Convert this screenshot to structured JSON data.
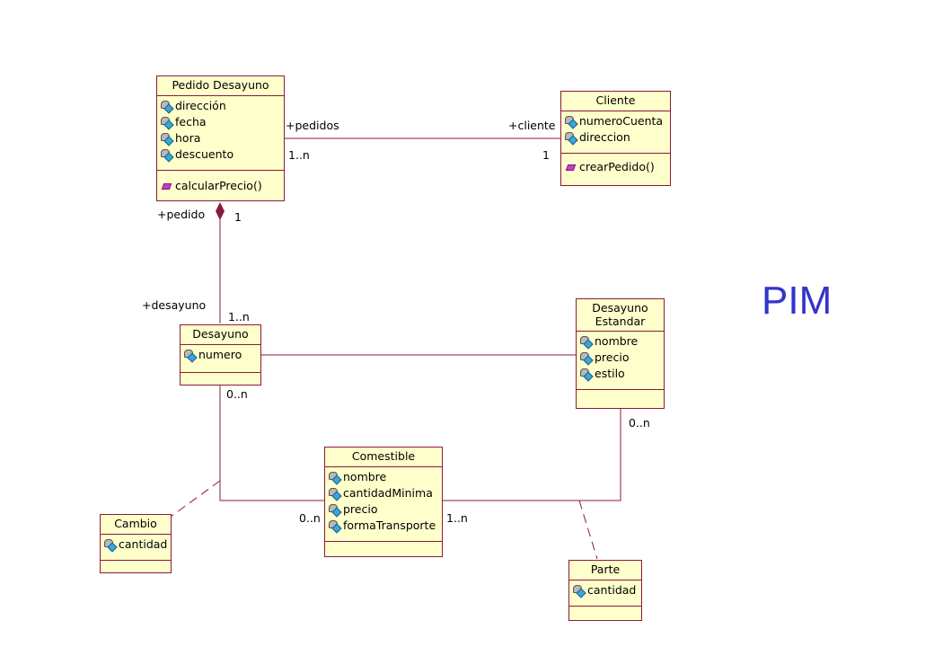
{
  "watermark": "PIM",
  "classes": {
    "pedido": {
      "name": "Pedido Desayuno",
      "attributes": [
        "dirección",
        "fecha",
        "hora",
        "descuento"
      ],
      "operations": [
        "calcularPrecio()"
      ]
    },
    "cliente": {
      "name": "Cliente",
      "attributes": [
        "numeroCuenta",
        "direccion"
      ],
      "operations": [
        "crearPedido()"
      ]
    },
    "desayuno": {
      "name": "Desayuno",
      "attributes": [
        "numero"
      ]
    },
    "estandar": {
      "name_line1": "Desayuno",
      "name_line2": "Estandar",
      "attributes": [
        "nombre",
        "precio",
        "estilo"
      ]
    },
    "comestible": {
      "name": "Comestible",
      "attributes": [
        "nombre",
        "cantidadMinima",
        "precio",
        "formaTransporte"
      ]
    },
    "cambio": {
      "name": "Cambio",
      "attributes": [
        "cantidad"
      ]
    },
    "parte": {
      "name": "Parte",
      "attributes": [
        "cantidad"
      ]
    }
  },
  "labels": {
    "pedidos_role": "+pedidos",
    "pedidos_mult": "1..n",
    "cliente_role": "+cliente",
    "cliente_mult": "1",
    "pedido_role": "+pedido",
    "pedido_mult": "1",
    "desayuno_role": "+desayuno",
    "desayuno_mult_top": "1..n",
    "desayuno_mult_bottom": "0..n",
    "estandar_mult": "0..n",
    "comestible_mult_left": "0..n",
    "comestible_mult_right": "1..n"
  },
  "colors": {
    "class_fill": "#ffffcc",
    "line": "#8b1a3a",
    "watermark": "#3333cc"
  }
}
